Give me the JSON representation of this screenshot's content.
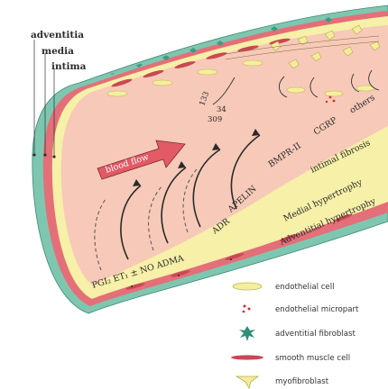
{
  "layers": {
    "adventitia": "adventitia",
    "media": "media",
    "intima": "intima"
  },
  "blood_flow": "blood flow",
  "mediators": {
    "left_chain": "PGI₂ ET₁ ± NO ADMA",
    "adr": "ADR",
    "apelin": "APELIN",
    "bmpr": "BMPR-II",
    "cgrp": "CGRP",
    "others": "others"
  },
  "cell_numbers": {
    "a": "133",
    "b": "34",
    "c": "309"
  },
  "processes": {
    "intimal_fibrosis": "intimal fibrosis",
    "medial_hypertrophy": "Medial hypertrophy",
    "adventitial_hypertrophy": "Adventitial hypertrophy"
  },
  "legend": [
    {
      "icon": "endothelial-cell-icon",
      "label": "endothelial cell"
    },
    {
      "icon": "endothelial-microparticle-icon",
      "label": "endothelial micropart"
    },
    {
      "icon": "adventitial-fibroblast-icon",
      "label": "adventitial fibroblast"
    },
    {
      "icon": "smooth-muscle-cell-icon",
      "label": "smooth muscle cell"
    },
    {
      "icon": "myofibroblast-icon",
      "label": "myofibroblast"
    }
  ],
  "colors": {
    "adventitia": "#7fc6b0",
    "media": "#e46f78",
    "intima": "#f6f0a8",
    "lumen": "#f7c9b8",
    "arrow": "#e25a66"
  }
}
